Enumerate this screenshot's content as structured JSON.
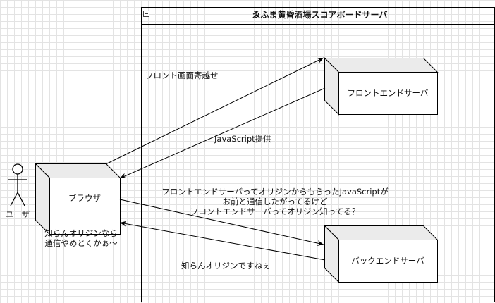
{
  "frame": {
    "title": "ゑふま黄昏酒場スコアボードサーバ"
  },
  "actor": {
    "label": "ユーザ"
  },
  "nodes": {
    "browser": {
      "label": "ブラウザ"
    },
    "frontend": {
      "label": "フロントエンドサーバ"
    },
    "backend": {
      "label": "バックエンドサーバ"
    }
  },
  "edges": {
    "fetch_frontend": "フロント画面寄越せ",
    "provide_js": "JavaScript提供",
    "to_backend": [
      "フロントエンドサーバってオリジンからもらったJavaScriptが",
      "お前と通信したがってるけど",
      "フロントエンドサーバってオリジン知ってる？"
    ],
    "unknown_origin": "知らんオリジンですねぇ"
  },
  "notes": {
    "browser_note": [
      "知らんオリジンなら",
      "通信やめとくかぁ～"
    ]
  },
  "colors": {
    "stroke": "#000000",
    "node_fill": "#ffffff",
    "node_side": "#ebebeb",
    "grid": "#e3e3e3"
  }
}
